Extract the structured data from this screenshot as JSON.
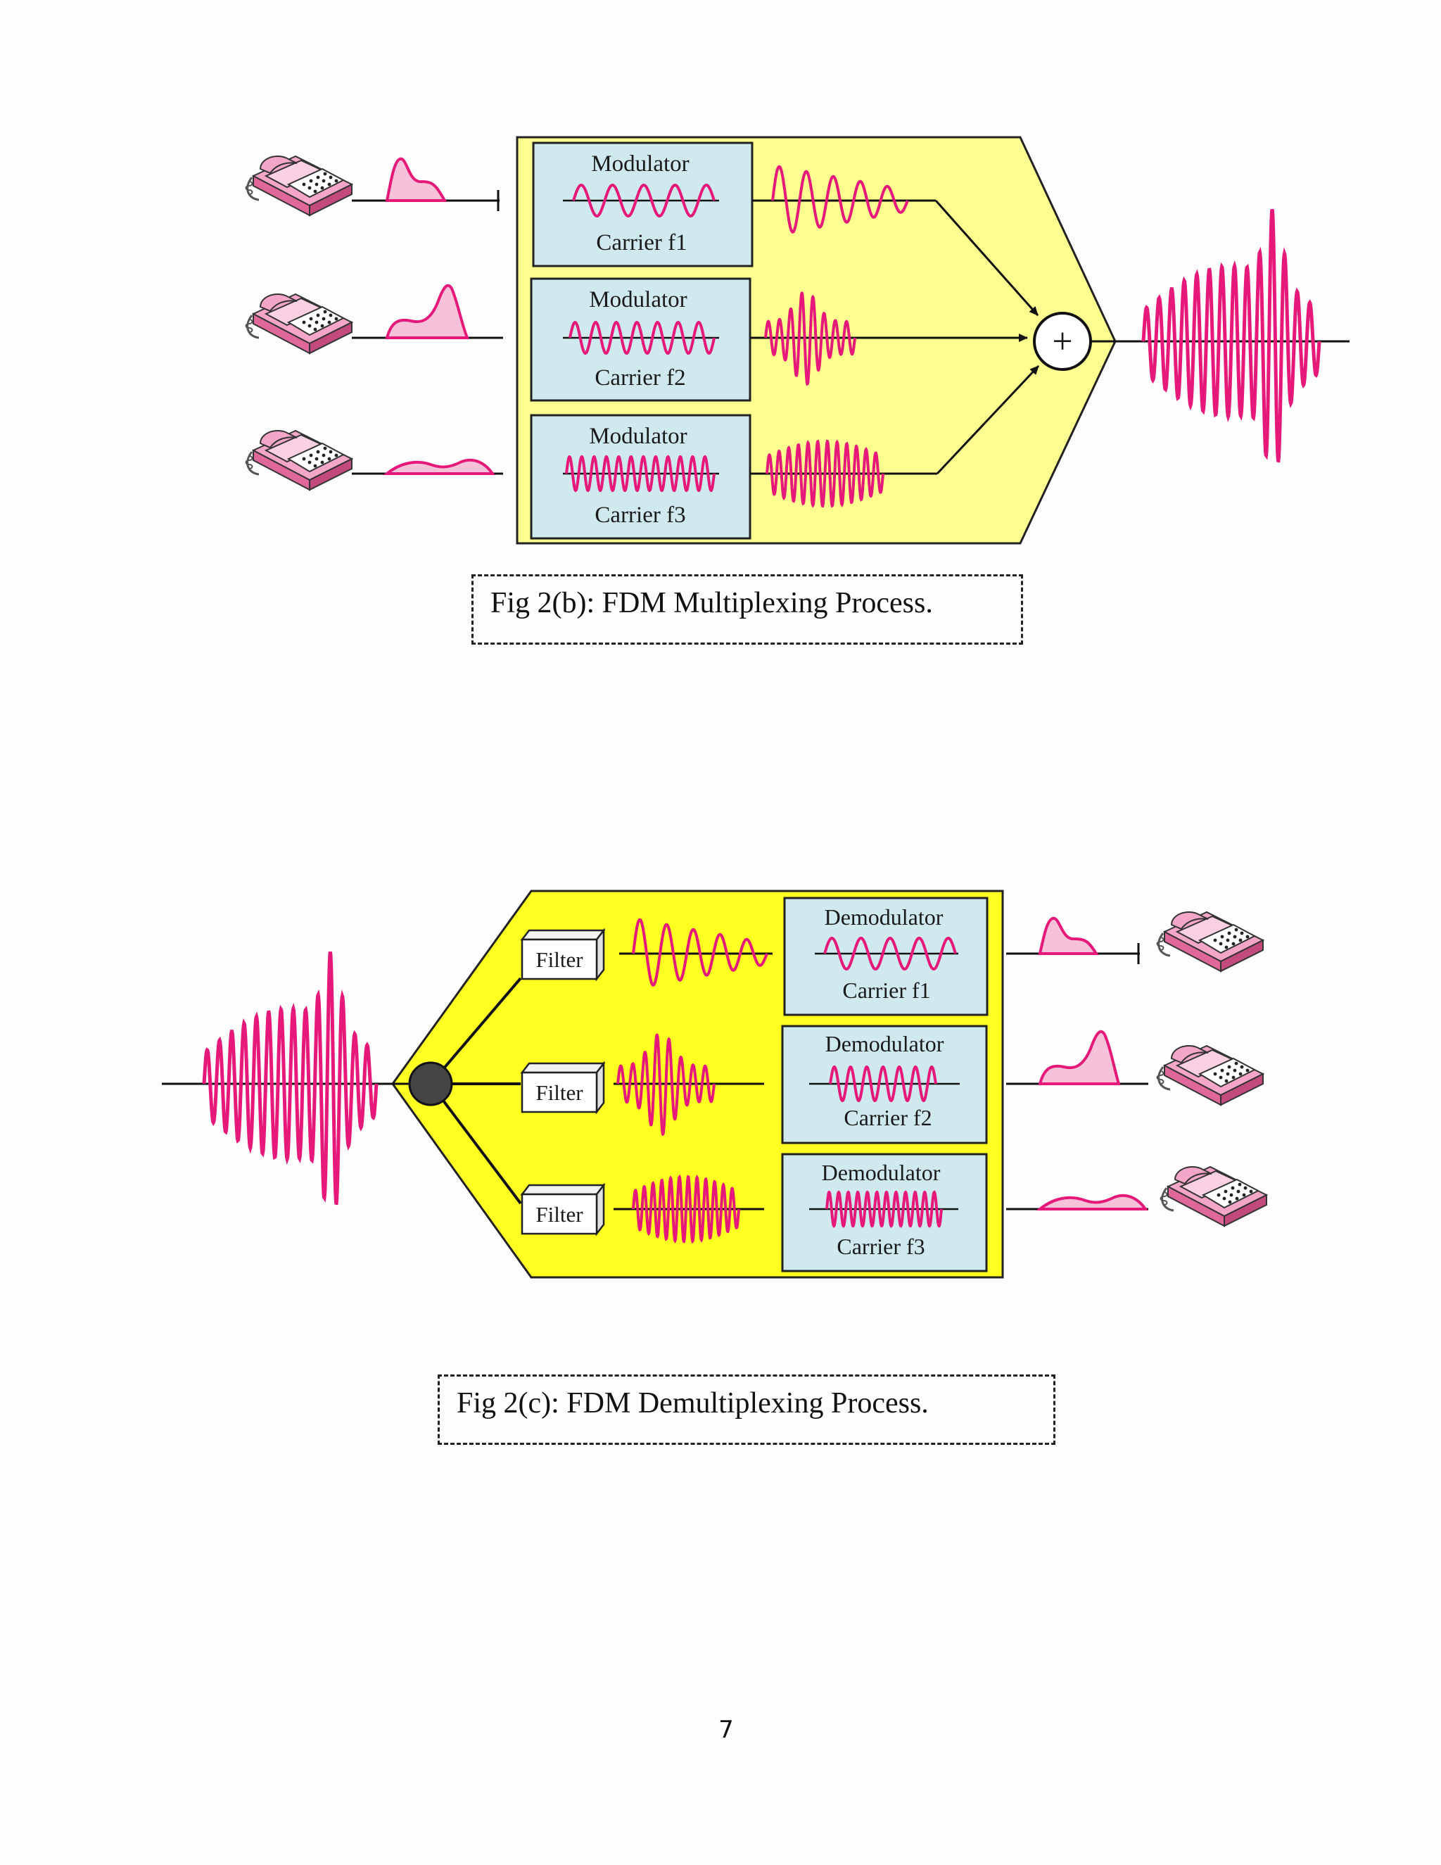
{
  "multiplexing": {
    "modulator_label": "Modulator",
    "carriers": [
      "Carrier f1",
      "Carrier f2",
      "Carrier f3"
    ],
    "caption": "Fig 2(b): FDM Multiplexing Process.",
    "adder_symbol": "+"
  },
  "demultiplexing": {
    "filter_label": "Filter",
    "demodulator_label": "Demodulator",
    "carriers": [
      "Carrier f1",
      "Carrier f2",
      "Carrier f3"
    ],
    "caption": "Fig 2(c): FDM Demultiplexing Process."
  },
  "page_number": "7",
  "colors": {
    "signal": "#e6197a",
    "signal_fill": "#f7c2d9",
    "mux_panel": "#fdfd90",
    "demux_panel": "#ffff22",
    "module_box": "#cfe9ee",
    "phone": "#f08cb5"
  },
  "icons": [
    "telephone-icon",
    "adder-icon",
    "splitter-node-icon",
    "filter-cube-icon"
  ]
}
